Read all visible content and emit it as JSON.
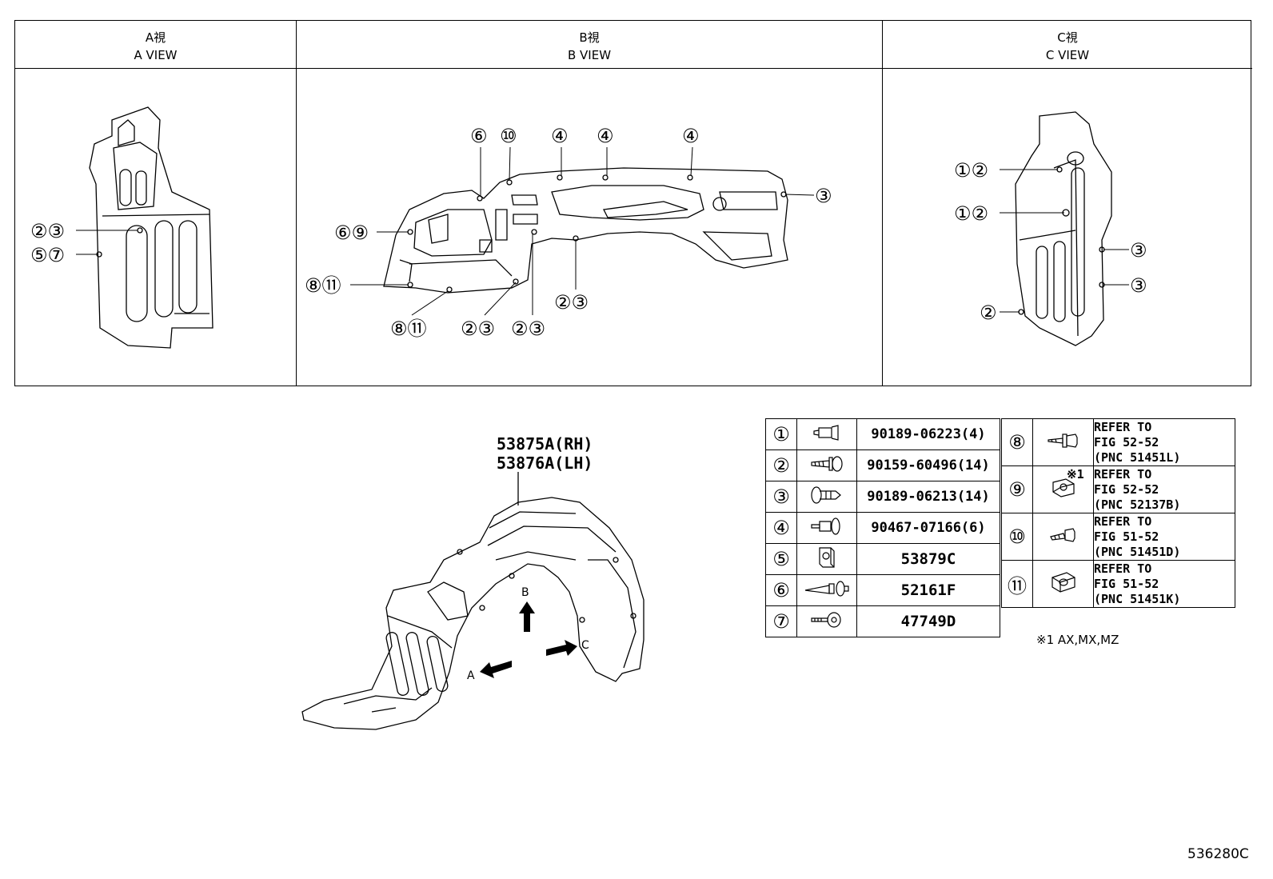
{
  "views": [
    {
      "heading_jp": "A視",
      "heading_en": "A VIEW"
    },
    {
      "heading_jp": "B視",
      "heading_en": "B VIEW"
    },
    {
      "heading_jp": "C視",
      "heading_en": "C VIEW"
    }
  ],
  "callouts": {
    "a": [
      "②③",
      "⑤⑦"
    ],
    "b": [
      "⑥",
      "⑩",
      "④",
      "④",
      "④",
      "③",
      "⑥⑨",
      "⑧⑪",
      "②③",
      "⑧⑪",
      "②③",
      "②③"
    ],
    "c": [
      "①②",
      "①②",
      "③",
      "③",
      "②"
    ]
  },
  "main_part": {
    "rh": "53875A(RH)",
    "lh": "53876A(LH)"
  },
  "arrows": {
    "a": "A",
    "b": "B",
    "c": "C"
  },
  "parts_table": [
    {
      "num": "①",
      "icon": "clip-icon",
      "part": "90189-06223(4)"
    },
    {
      "num": "②",
      "icon": "screw-icon",
      "part": "90159-60496(14)"
    },
    {
      "num": "③",
      "icon": "push-rivet-icon",
      "part": "90189-06213(14)"
    },
    {
      "num": "④",
      "icon": "clip-icon",
      "part": "90467-07166(6)"
    },
    {
      "num": "⑤",
      "icon": "nut-clip-icon",
      "part": "53879C"
    },
    {
      "num": "⑥",
      "icon": "pin-clip-icon",
      "part": "52161F"
    },
    {
      "num": "⑦",
      "icon": "grommet-icon",
      "part": "47749D"
    }
  ],
  "refs_table": [
    {
      "num": "⑧",
      "icon": "bolt-icon",
      "mark": "",
      "l1": "REFER TO",
      "l2": "FIG 52-52",
      "l3": "(PNC 51451L)"
    },
    {
      "num": "⑨",
      "icon": "nut-clip-icon",
      "mark": "※1",
      "l1": "REFER TO",
      "l2": "FIG 52-52",
      "l3": "(PNC 52137B)"
    },
    {
      "num": "⑩",
      "icon": "bolt-icon",
      "mark": "",
      "l1": "REFER TO",
      "l2": "FIG 51-52",
      "l3": "(PNC 51451D)"
    },
    {
      "num": "⑪",
      "icon": "nut-clip-icon",
      "mark": "",
      "l1": "REFER TO",
      "l2": "FIG 51-52",
      "l3": "(PNC 51451K)"
    }
  ],
  "note": "※1 AX,MX,MZ",
  "figure_code": "536280C"
}
